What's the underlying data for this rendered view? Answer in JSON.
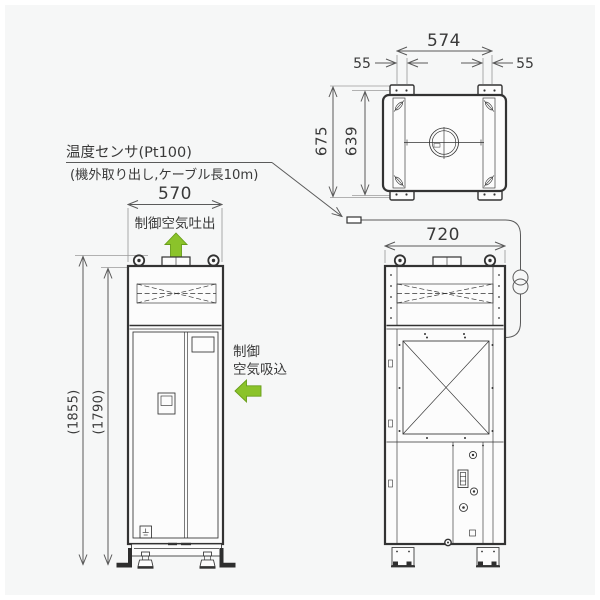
{
  "drawing": {
    "kind": "equipment-outline-dimension-drawing",
    "annotations": {
      "sensor_line1": "温度センサ(Pt100)",
      "sensor_line2": "(機外取り出し,ケーブル長10m)",
      "air_outlet": "制御空気吐出",
      "air_inlet_line1": "制御",
      "air_inlet_line2": "空気吸込"
    },
    "dimensions": {
      "top_width": "574",
      "offset_left": "55",
      "offset_right": "55",
      "depth_overall": "675",
      "depth_inner": "639",
      "front_width": "570",
      "side_depth": "720",
      "height_overall": "(1855)",
      "height_body": "(1790)"
    }
  },
  "colors": {
    "page_bg": "#f6f7f7",
    "frame": "#ffffff",
    "object_line": "#333333",
    "dim_line": "#5a5a5a",
    "ext_line": "#9a9a9a",
    "text_color": "#3a3a3a",
    "panel_fill": "#fcfcfc",
    "bracket_color": "#2e2e2e",
    "green": "#8bc32a",
    "green_edge": "#689d19"
  }
}
